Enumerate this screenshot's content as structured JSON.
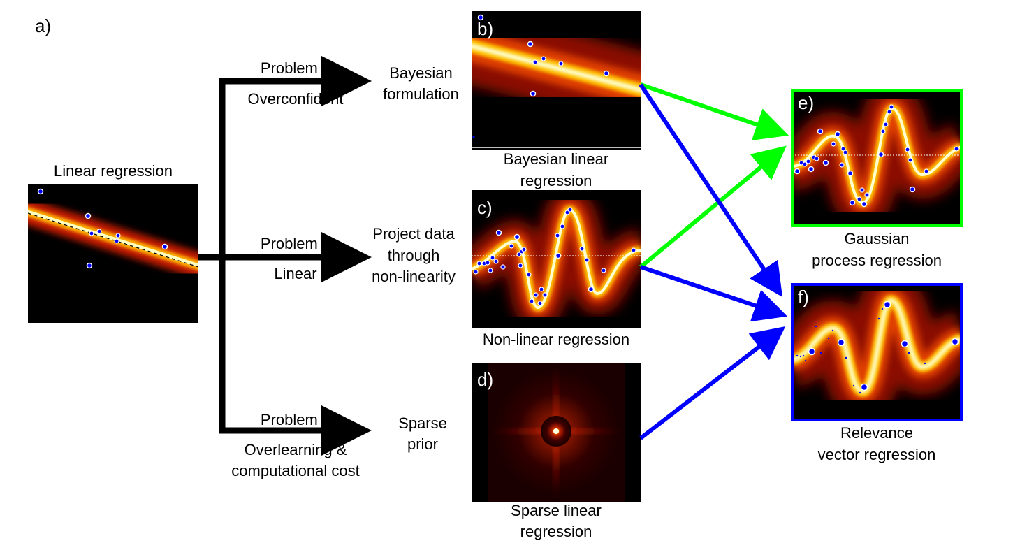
{
  "panel_labels": {
    "a": "a)",
    "b": "b)",
    "c": "c)",
    "d": "d)",
    "e": "e)",
    "f": "f)"
  },
  "captions": {
    "linear": "Linear regression",
    "bayes_l1": "Bayesian linear",
    "bayes_l2": "regression",
    "nonlin": "Non-linear regression",
    "sparse_l1": "Sparse linear",
    "sparse_l2": "regression",
    "gp_l1": "Gaussian",
    "gp_l2": "process regression",
    "rv_l1": "Relevance",
    "rv_l2": "vector regression"
  },
  "problems": [
    {
      "name": "Problem 1",
      "desc": [
        "Overconfident"
      ],
      "result": [
        "Bayesian",
        "formulation"
      ]
    },
    {
      "name": "Problem 2",
      "desc": [
        "Linear"
      ],
      "result": [
        "Project data",
        "through",
        "non-linearity"
      ]
    },
    {
      "name": "Problem 3",
      "desc": [
        "Overlearning &",
        "computational cost"
      ],
      "result": [
        "Sparse",
        "prior"
      ]
    }
  ],
  "colors": {
    "arrow_black": "#000000",
    "arrow_green": "#00ff00",
    "arrow_blue": "#0000ff",
    "panel_bg": "#000000",
    "point": "#0000ff",
    "point_ring": "#ffffff"
  }
}
